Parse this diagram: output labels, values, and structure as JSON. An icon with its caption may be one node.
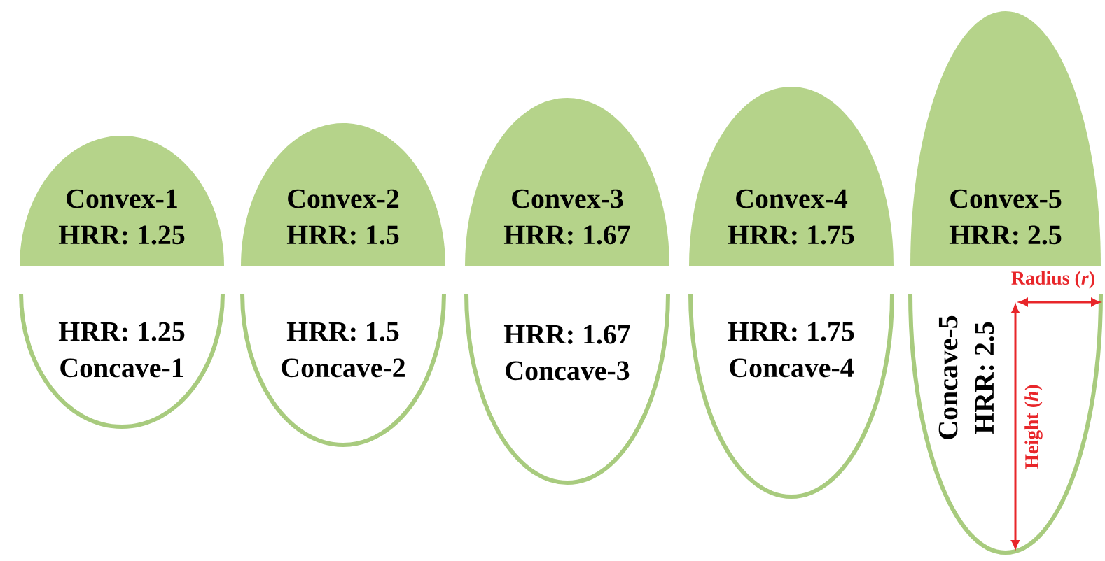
{
  "diagram": {
    "nodes": [
      {
        "text": [
          "Convex-1",
          "HRR: 1.25"
        ]
      },
      {
        "text": [
          "Convex-2",
          "HRR: 1.5"
        ]
      },
      {
        "text": [
          "Convex-3",
          "HRR: 1.67"
        ]
      },
      {
        "text": [
          "Convex-4",
          "HRR: 1.75"
        ]
      },
      {
        "text": [
          "Convex-5",
          "HRR: 2.5"
        ]
      },
      {
        "text": [
          "HRR: 1.25",
          "Concave-1"
        ]
      },
      {
        "text": [
          "HRR: 1.5",
          "Concave-2"
        ]
      },
      {
        "text": [
          "HRR: 1.67",
          "Concave-3"
        ]
      },
      {
        "text": [
          "HRR: 1.75",
          "Concave-4"
        ]
      },
      {
        "text": [
          "Concave-5",
          "HRR: 2.5"
        ]
      }
    ],
    "labels": [
      "Radius (*r*)",
      "Height (*h*)"
    ]
  }
}
